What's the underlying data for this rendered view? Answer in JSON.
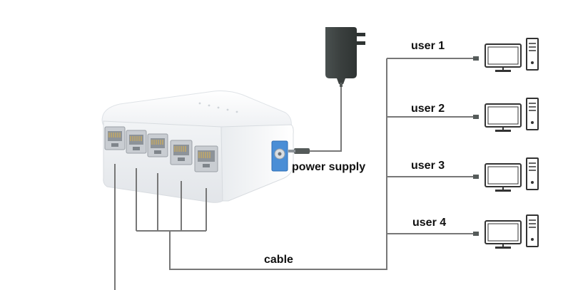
{
  "labels": {
    "power_supply": "power supply",
    "cable": "cable",
    "users": [
      "user 1",
      "user 2",
      "user 3",
      "user 4"
    ]
  },
  "colors": {
    "line": "#777777",
    "adapter": "#3f4443",
    "switch_body": "#f4f6f8",
    "dc_jack": "#4a8ed6"
  },
  "icons": {
    "switch": "network-switch-icon",
    "adapter": "power-adapter-icon",
    "computer": "desktop-computer-icon"
  }
}
